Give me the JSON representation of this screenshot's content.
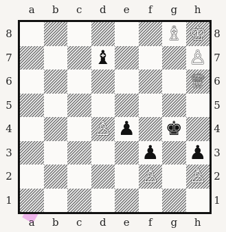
{
  "board": {
    "files": [
      "a",
      "b",
      "c",
      "d",
      "e",
      "f",
      "g",
      "h"
    ],
    "ranks": [
      "8",
      "7",
      "6",
      "5",
      "4",
      "3",
      "2",
      "1"
    ],
    "pieces": [
      {
        "square": "h8",
        "color": "white",
        "type": "king",
        "glyph": "♔"
      },
      {
        "square": "g8",
        "color": "white",
        "type": "bishop",
        "glyph": "♗"
      },
      {
        "square": "h7",
        "color": "white",
        "type": "pawn",
        "glyph": "♙"
      },
      {
        "square": "h6",
        "color": "white",
        "type": "queen",
        "glyph": "♕"
      },
      {
        "square": "d4",
        "color": "white",
        "type": "pawn",
        "glyph": "♙"
      },
      {
        "square": "f2",
        "color": "white",
        "type": "pawn",
        "glyph": "♙"
      },
      {
        "square": "h2",
        "color": "white",
        "type": "pawn",
        "glyph": "♙"
      },
      {
        "square": "d7",
        "color": "black",
        "type": "bishop",
        "glyph": "♝"
      },
      {
        "square": "e4",
        "color": "black",
        "type": "pawn",
        "glyph": "♟"
      },
      {
        "square": "g4",
        "color": "black",
        "type": "king",
        "glyph": "♚"
      },
      {
        "square": "f3",
        "color": "black",
        "type": "pawn",
        "glyph": "♟"
      },
      {
        "square": "h3",
        "color": "black",
        "type": "pawn",
        "glyph": "♟"
      }
    ]
  },
  "colors": {
    "watermark": "#e040e0",
    "border": "#111111"
  }
}
